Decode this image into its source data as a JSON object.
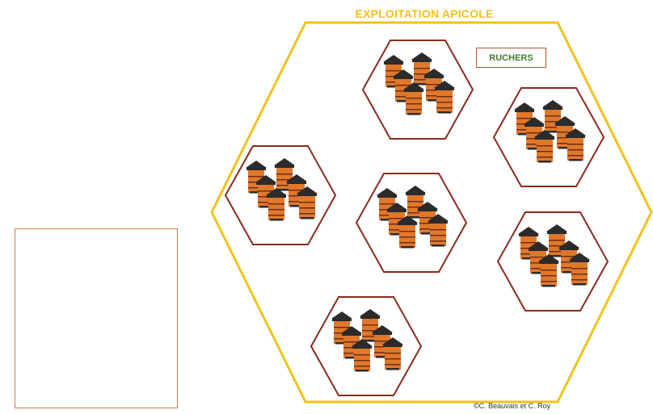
{
  "title": "EXPLOITATION APICOLE",
  "legend": {
    "label": "RUCHERS"
  },
  "credit": "©C. Beauvais et C. Roy",
  "colors": {
    "farm_outline": "#f2c21a",
    "apiary_outline": "#8a2b1a",
    "hive_body": "#e0782c",
    "hive_stripe": "#6b2a10",
    "hive_roof": "#2b2b2b",
    "legend_text": "#3e7d2a",
    "empty_box_outline": "#d8784c"
  },
  "apiaries": [
    {
      "id": "rucher-1",
      "hives": 6
    },
    {
      "id": "rucher-2",
      "hives": 6
    },
    {
      "id": "rucher-3",
      "hives": 6
    },
    {
      "id": "rucher-4",
      "hives": 6
    },
    {
      "id": "rucher-5",
      "hives": 6
    },
    {
      "id": "rucher-6",
      "hives": 6
    }
  ]
}
